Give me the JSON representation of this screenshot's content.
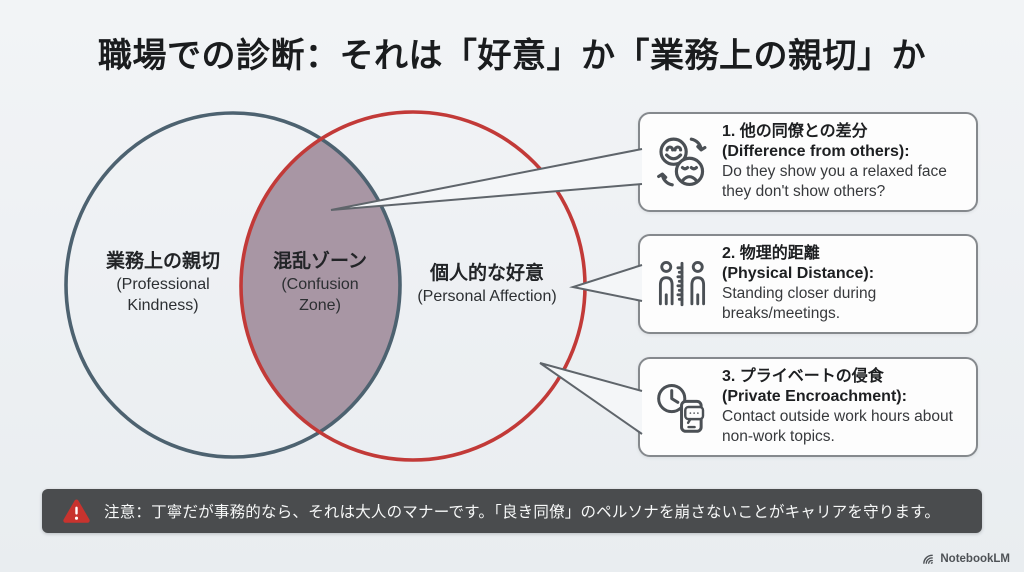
{
  "title": "職場での診断：それは「好意」か「業務上の親切」か",
  "venn": {
    "left": {
      "jp": "業務上の親切",
      "en_line1": "(Professional",
      "en_line2": "Kindness)"
    },
    "overlap": {
      "jp": "混乱ゾーン",
      "en_line1": "(Confusion",
      "en_line2": "Zone)"
    },
    "right": {
      "jp": "個人的な好意",
      "en": "(Personal Affection)"
    },
    "colors": {
      "left_stroke": "#4d6270",
      "right_stroke": "#c23a38",
      "overlap_fill": "#a896a4"
    }
  },
  "callouts": [
    {
      "icon": "faces-swap-icon",
      "heading_jp": "1. 他の同僚との差分",
      "heading_en": "(Difference from others):",
      "body": "Do they show you a relaxed face they don't show others?"
    },
    {
      "icon": "distance-ruler-icon",
      "heading_jp": "2. 物理的距離",
      "heading_en": "(Physical Distance):",
      "body": "Standing closer during breaks/meetings."
    },
    {
      "icon": "clock-phone-icon",
      "heading_jp": "3. プライベートの侵食",
      "heading_en": "(Private Encroachment):",
      "body": "Contact outside work hours about non-work topics."
    }
  ],
  "warning": {
    "icon": "warning-triangle-icon",
    "text": "注意：丁寧だが事務的なら、それは大人のマナーです。「良き同僚」のペルソナを崩さないことがキャリアを守ります。"
  },
  "footer": {
    "brand": "NotebookLM"
  }
}
